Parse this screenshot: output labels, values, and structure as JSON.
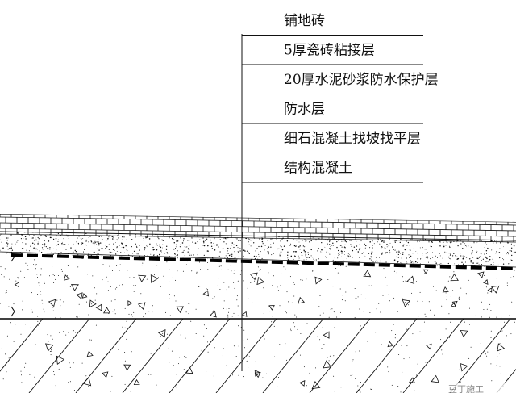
{
  "callout": {
    "layers": [
      {
        "label": "铺地砖"
      },
      {
        "label": "5厚瓷砖粘接层"
      },
      {
        "label": "20厚水泥砂浆防水保护层"
      },
      {
        "label": "防水层"
      },
      {
        "label": "细石混凝土找坡找平层"
      },
      {
        "label": "结构混凝土"
      }
    ]
  },
  "section": {
    "layers_top_to_bottom": [
      {
        "name": "floor tile",
        "pattern": "brick"
      },
      {
        "name": "tile adhesive",
        "pattern": "thin line"
      },
      {
        "name": "cement mortar protective layer",
        "pattern": "stipple"
      },
      {
        "name": "waterproof layer",
        "pattern": "thick dashed line"
      },
      {
        "name": "fine aggregate concrete slope layer",
        "pattern": "triangle aggregate"
      },
      {
        "name": "structural concrete",
        "pattern": "diagonal hatch with aggregate"
      }
    ]
  },
  "colors": {
    "line": "#111111",
    "background": "#ffffff"
  },
  "watermark": "豆丁施工"
}
